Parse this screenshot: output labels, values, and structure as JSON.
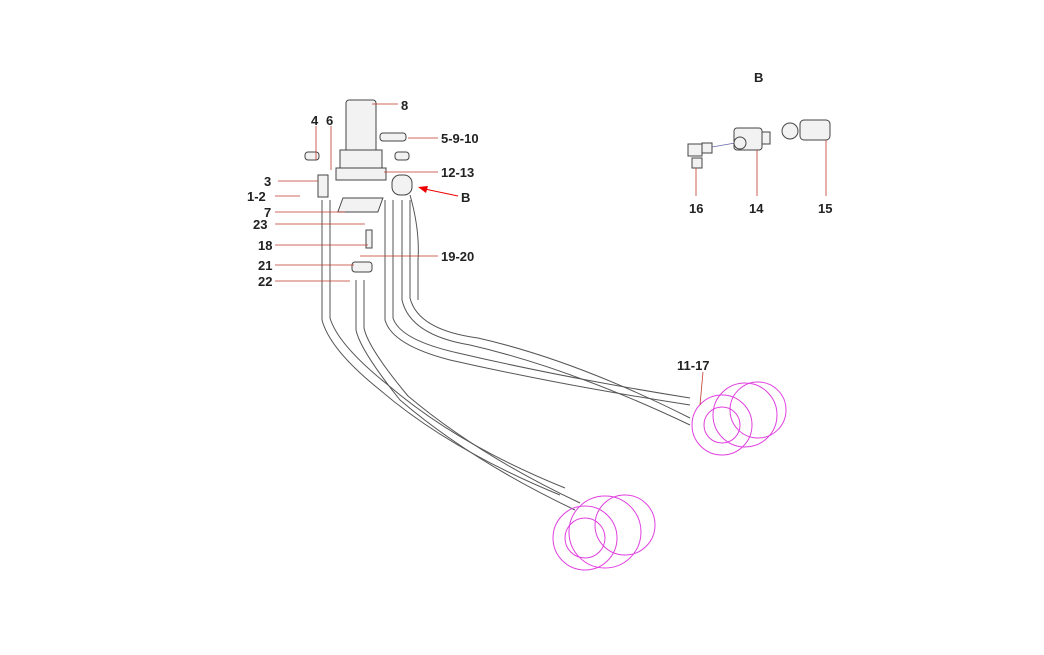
{
  "diagram": {
    "detail_title": "B",
    "callouts": {
      "c8": "8",
      "c4": "4",
      "c6": "6",
      "c5_9_10": "5-9-10",
      "c12_13": "12-13",
      "c3": "3",
      "c1_2": "1-2",
      "cB": "B",
      "c7": "7",
      "c23": "23",
      "c18": "18",
      "c19_20": "19-20",
      "c21": "21",
      "c22": "22",
      "c11_17": "11-17",
      "c16": "16",
      "c14": "14",
      "c15": "15"
    },
    "colors": {
      "leader": "#c0392b",
      "motor": "#e040e0",
      "hose": "#555555"
    }
  }
}
